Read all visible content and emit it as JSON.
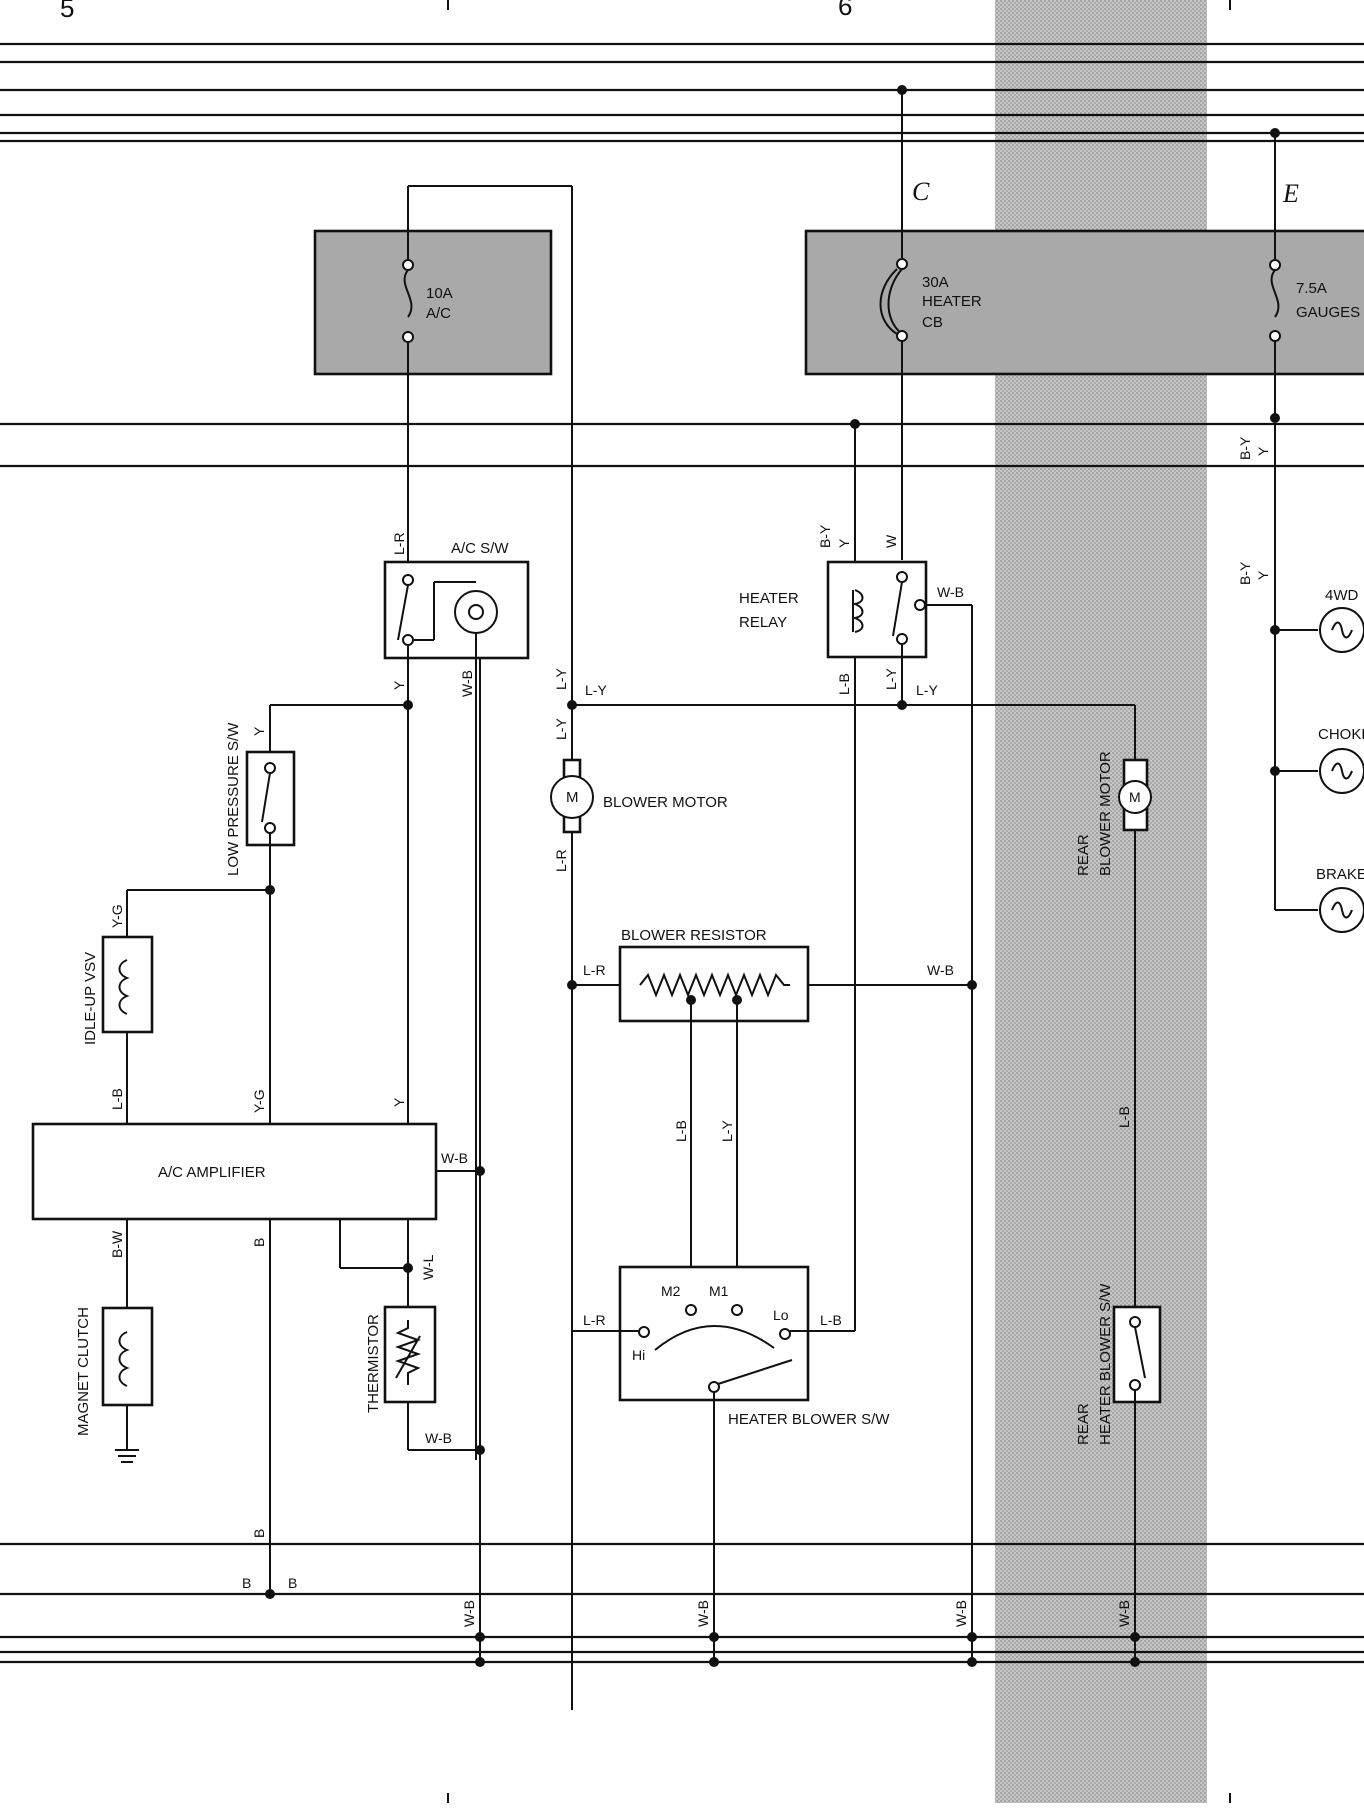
{
  "page_numbers": [
    "5",
    "6"
  ],
  "bus_letters": [
    "C",
    "E"
  ],
  "fuses": {
    "ac": {
      "rating": "10A",
      "name": "A/C"
    },
    "heater": {
      "rating": "30A",
      "name": "HEATER",
      "type": "CB"
    },
    "gauges": {
      "rating": "7.5A",
      "name": "GAUGES"
    }
  },
  "components": {
    "ac_sw": "A/C S/W",
    "low_pressure_sw": "LOW PRESSURE S/W",
    "idle_up_vsv": "IDLE-UP VSV",
    "ac_amplifier": "A/C AMPLIFIER",
    "magnet_clutch": "MAGNET CLUTCH",
    "thermistor": "THERMISTOR",
    "heater_relay": [
      "HEATER",
      "RELAY"
    ],
    "blower_motor": "BLOWER MOTOR",
    "motor_symbol": "M",
    "blower_resistor": "BLOWER RESISTOR",
    "heater_blower_sw": "HEATER BLOWER S/W",
    "sw_terminals": {
      "m2": "M2",
      "m1": "M1",
      "lo": "Lo",
      "hi": "Hi"
    },
    "rear_blower_motor": [
      "REAR",
      "BLOWER MOTOR"
    ],
    "rear_heater_blower_sw": [
      "REAR",
      "HEATER BLOWER S/W"
    ],
    "indicators": [
      "4WD",
      "CHOKE",
      "BRAKE"
    ]
  },
  "wire_colors": {
    "lr": "L-R",
    "y": "Y",
    "wb": "W-B",
    "ly": "L-Y",
    "yg": "Y-G",
    "lb": "L-B",
    "bw": "B-W",
    "b": "B",
    "wl": "W-L",
    "by": "B-Y",
    "w": "W"
  }
}
